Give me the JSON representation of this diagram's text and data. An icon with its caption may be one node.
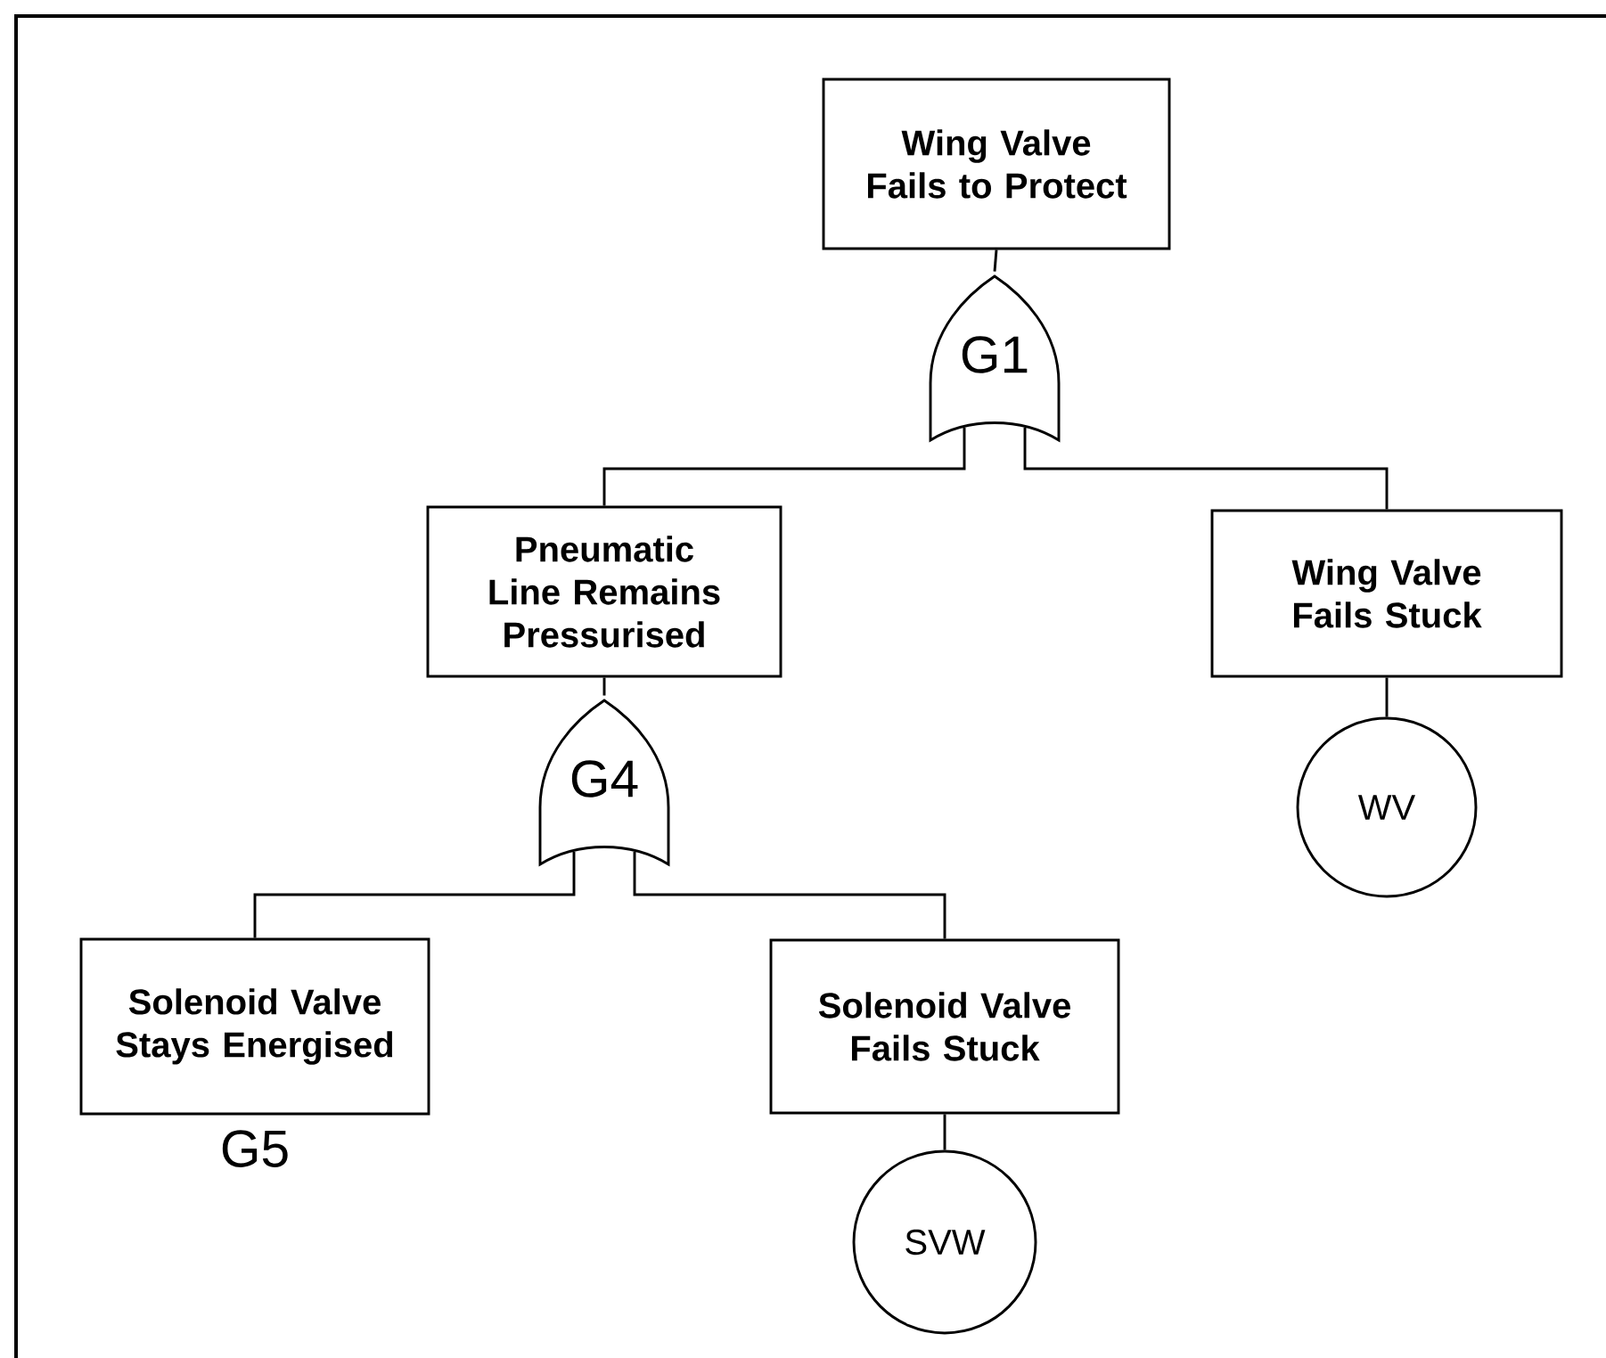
{
  "diagram": {
    "nodes": [
      {
        "text": [
          "Wing Valve Fails to Protect"
        ]
      },
      {
        "text": [
          "G1"
        ]
      },
      {
        "text": [
          "Pneumatic Line Remains Pressurised"
        ]
      },
      {
        "text": [
          "Wing Valve Fails Stuck"
        ]
      },
      {
        "text": [
          "G4"
        ]
      },
      {
        "text": [
          "WV"
        ]
      },
      {
        "text": [
          "Solenoid Valve Stays Energised"
        ],
        "beside": [
          "G5"
        ]
      },
      {
        "text": [
          "Solenoid Valve Fails Stuck"
        ]
      },
      {
        "text": [
          "SVW"
        ]
      }
    ],
    "edges": [
      {
        "from": 0,
        "to": 1,
        "arrow": "none"
      },
      {
        "from": 1,
        "to": 2,
        "arrow": "none"
      },
      {
        "from": 1,
        "to": 3,
        "arrow": "none"
      },
      {
        "from": 2,
        "to": 4,
        "arrow": "none"
      },
      {
        "from": 3,
        "to": 5,
        "arrow": "none"
      },
      {
        "from": 4,
        "to": 6,
        "arrow": "none"
      },
      {
        "from": 4,
        "to": 7,
        "arrow": "none"
      },
      {
        "from": 7,
        "to": 8,
        "arrow": "none"
      }
    ]
  }
}
